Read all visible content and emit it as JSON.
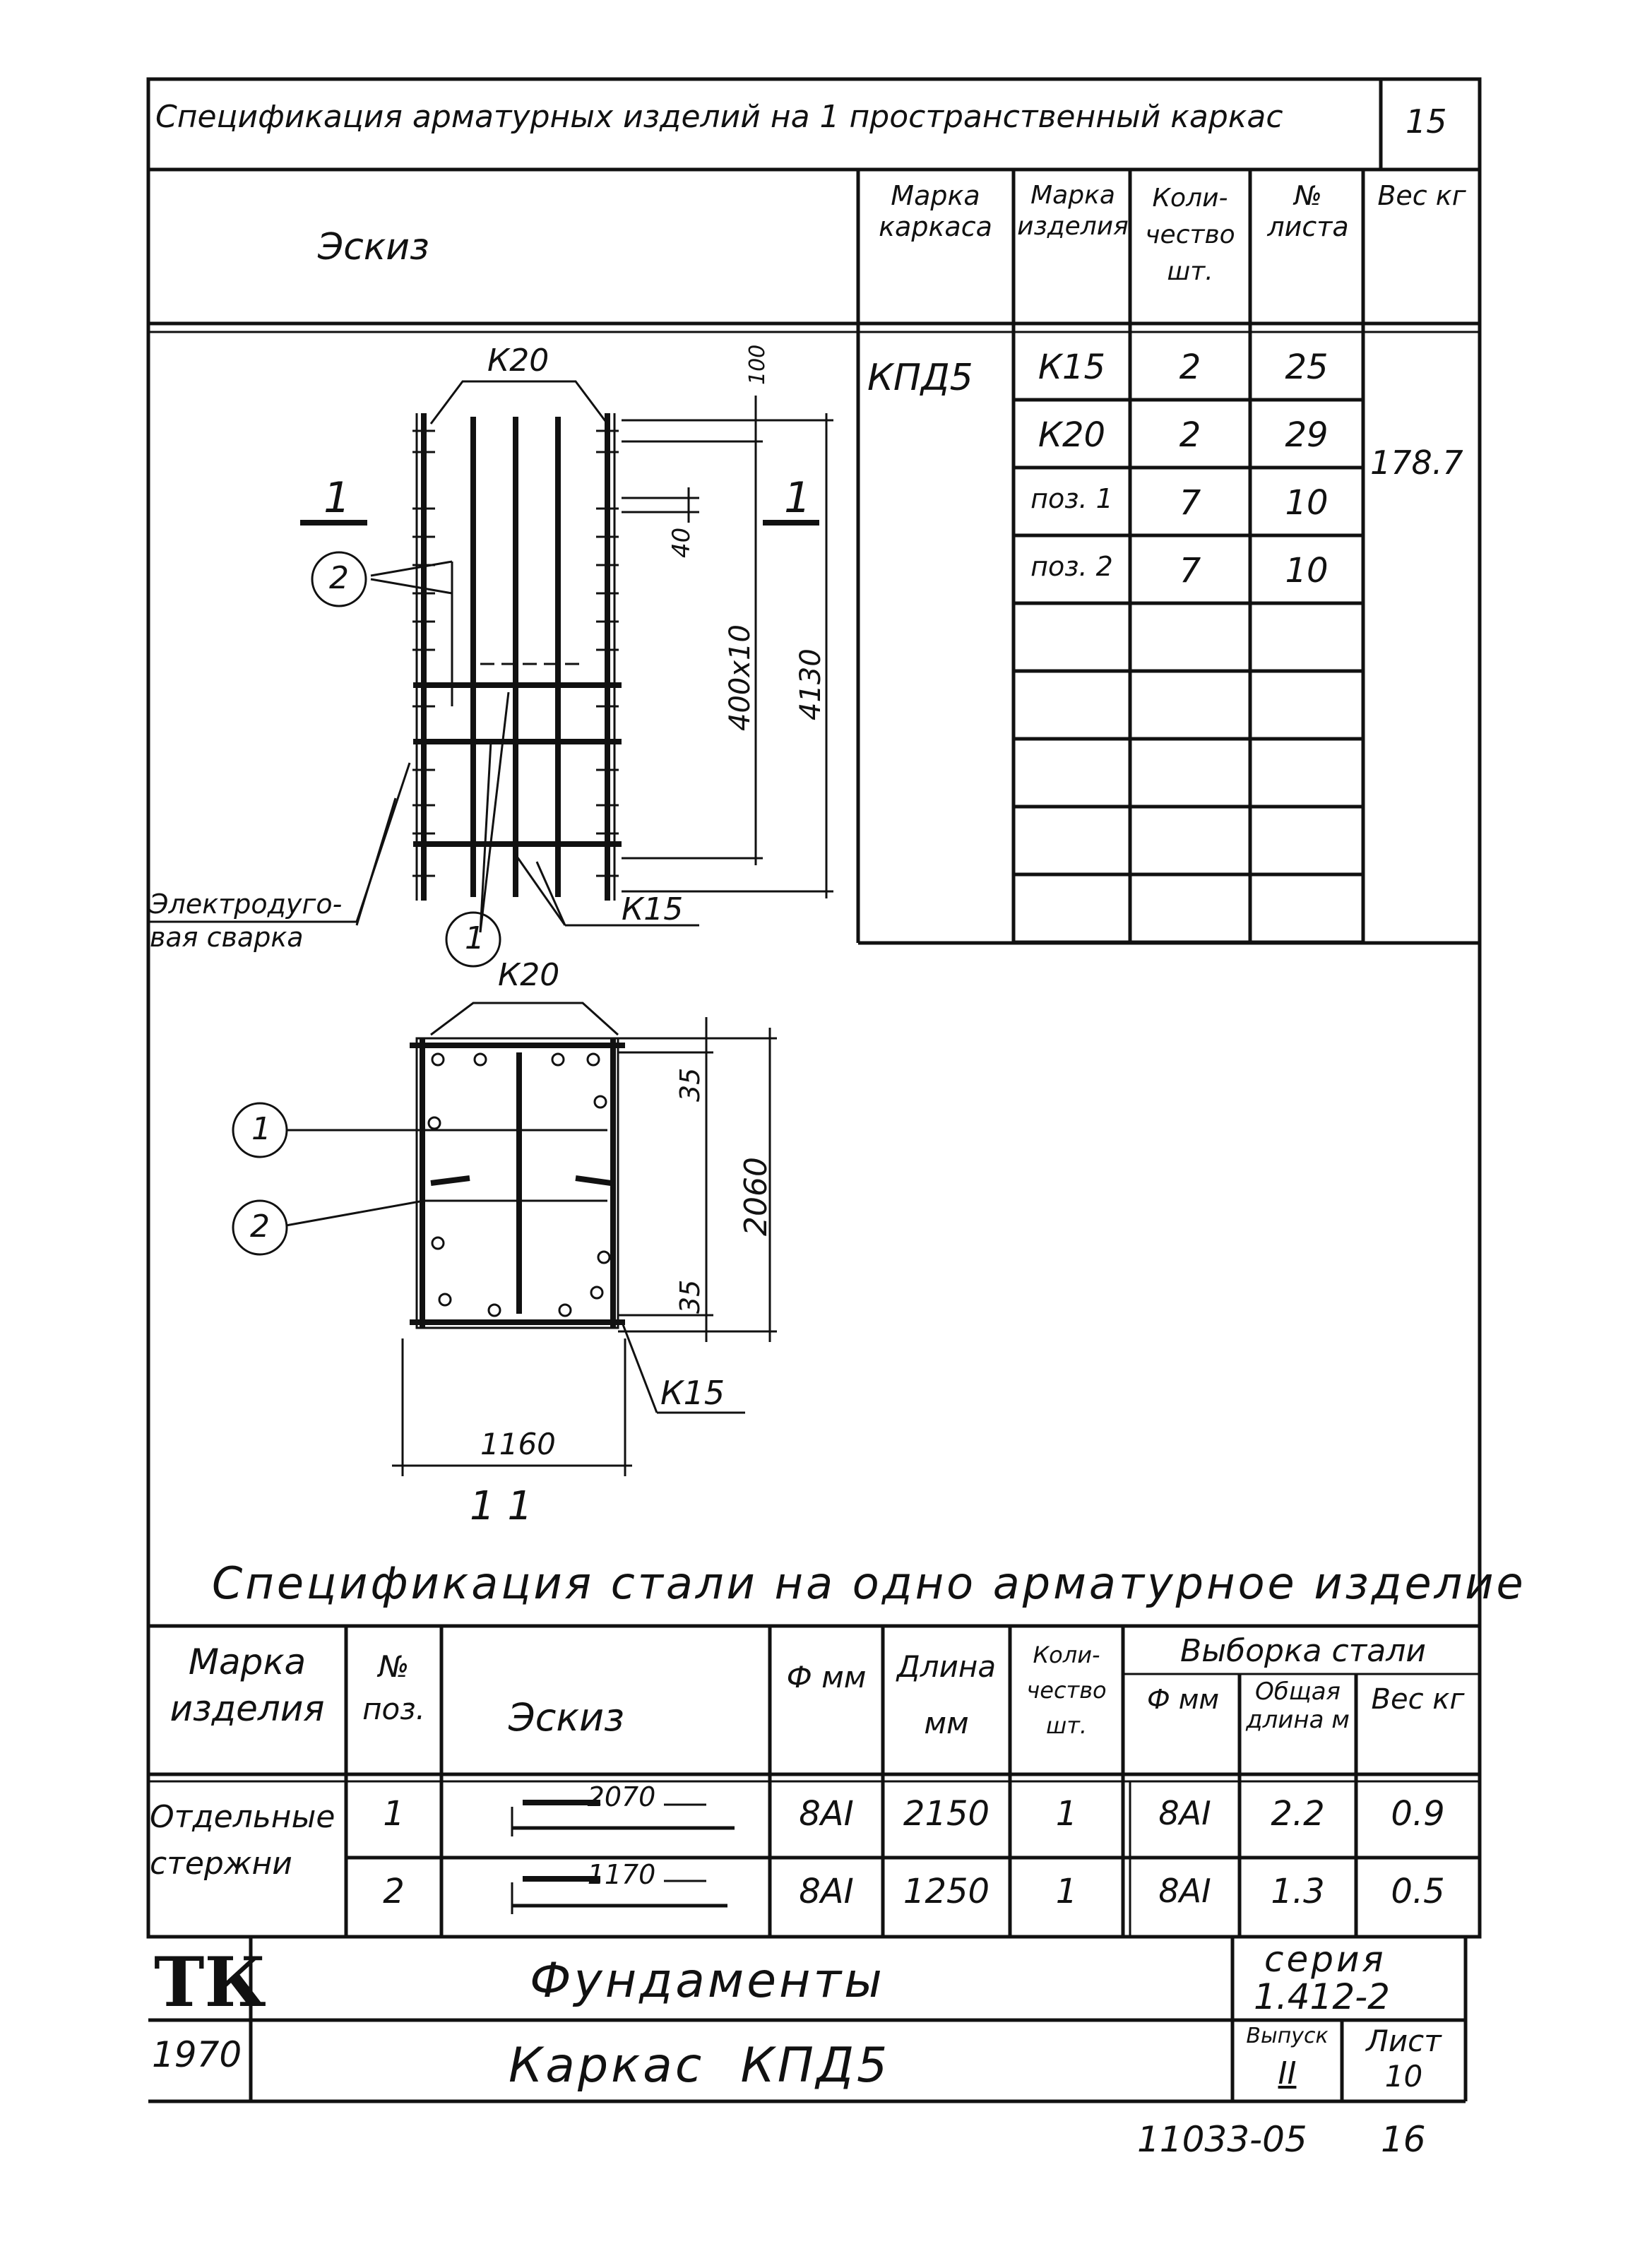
{
  "header": {
    "title": "Спецификация арматурных изделий на 1 пространственный каркас",
    "page_number": "15"
  },
  "spec_table": {
    "col_sketch": "Эскиз",
    "col_frame_mark": "Марка каркаса",
    "col_item_mark": "Марка изделия",
    "col_quantity": "Коли-чество шт.",
    "col_sheet_no": "№ листа",
    "col_weight": "Вес кг",
    "frame_mark": "КПД5",
    "total_weight": "178.7",
    "rows": [
      {
        "item": "К15",
        "qty": "2",
        "sheet": "25"
      },
      {
        "item": "К20",
        "qty": "2",
        "sheet": "29"
      },
      {
        "item": "поз. 1",
        "qty": "7",
        "sheet": "10"
      },
      {
        "item": "поз. 2",
        "qty": "7",
        "sheet": "10"
      },
      {
        "item": "",
        "qty": "",
        "sheet": ""
      },
      {
        "item": "",
        "qty": "",
        "sheet": ""
      },
      {
        "item": "",
        "qty": "",
        "sheet": ""
      },
      {
        "item": "",
        "qty": "",
        "sheet": ""
      },
      {
        "item": "",
        "qty": "",
        "sheet": ""
      }
    ]
  },
  "drawing": {
    "label_k20_top": "К20",
    "label_k20_section": "К20",
    "label_k15_elev": "К15",
    "label_k15_section": "К15",
    "dim_100": "100",
    "dim_40": "40",
    "dim_400x10": "400x10",
    "dim_4130": "4130",
    "dim_35_top": "35",
    "dim_35_bottom": "35",
    "dim_2060": "2060",
    "dim_1160": "1160",
    "section_mark": "1",
    "section_label": "1   1",
    "callout_1": "1",
    "callout_2": "2",
    "welding_note_line1": "Электродуго-",
    "welding_note_line2": "вая сварка"
  },
  "steel_spec": {
    "title": "Спецификация стали на одно арматурное изделие",
    "headers": {
      "item_mark": "Марка изделия",
      "pos_no": "№ поз.",
      "sketch": "Эскиз",
      "diameter": "Ф мм",
      "length": "Длина мм",
      "quantity": "Коли-чество шт.",
      "steel_selection": "Выборка стали",
      "sel_diameter": "Ф мм",
      "sel_total_length": "Общая длина м",
      "sel_weight": "Вес кг"
    },
    "group_label": "Отдельные стержни",
    "rows": [
      {
        "pos": "1",
        "sketch_dim": "2070",
        "dia": "8AI",
        "length": "2150",
        "qty": "1",
        "sel_dia": "8AI",
        "total_len": "2.2",
        "weight": "0.9"
      },
      {
        "pos": "2",
        "sketch_dim": "1170",
        "dia": "8AI",
        "length": "1250",
        "qty": "1",
        "sel_dia": "8AI",
        "total_len": "1.3",
        "weight": "0.5"
      }
    ]
  },
  "title_block": {
    "org": "ТК",
    "year": "1970",
    "subject": "Фундаменты",
    "drawing_name": "Каркас  КПД5",
    "series_label": "серия",
    "series_value": "1.412-2",
    "issue_label": "Выпуск",
    "issue_value": "II",
    "sheet_label": "Лист",
    "sheet_value": "10"
  },
  "footer": {
    "doc_number": "11033-05",
    "page": "16"
  }
}
